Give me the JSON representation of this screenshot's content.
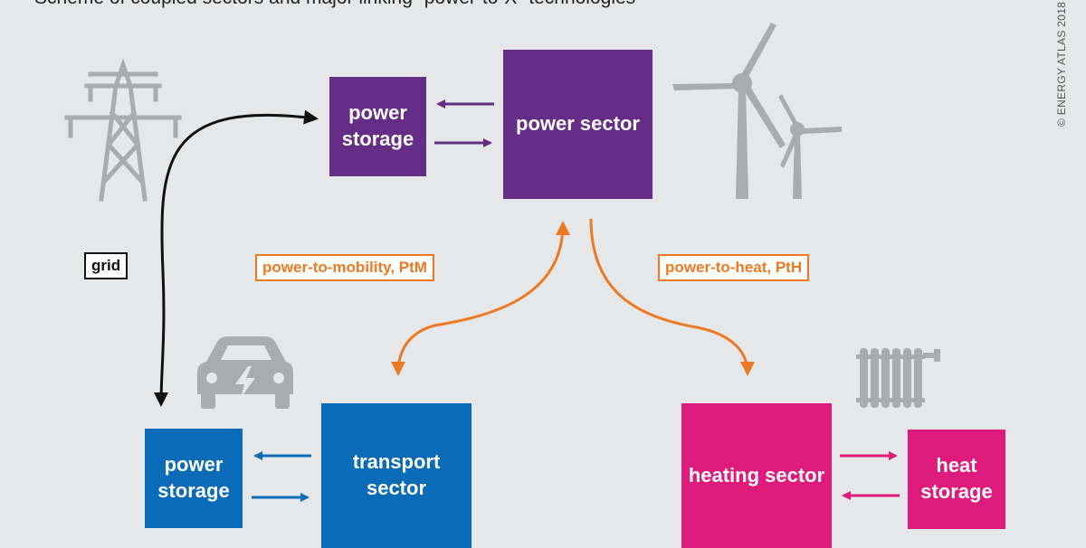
{
  "header": {
    "subtitle": "Scheme of coupled sectors and major linking “power-to-X” technologies",
    "copyright": "© ENERGY ATLAS 2018"
  },
  "boxes": {
    "power_storage_top": "power storage",
    "power_sector": "power sector",
    "power_storage_bottom": "power storage",
    "transport_sector": "transport sector",
    "heating_sector": "heating sector",
    "heat_storage": "heat storage"
  },
  "labels": {
    "grid": "grid",
    "ptm": "power-to-mobility, PtM",
    "pth": "power-to-heat, PtH"
  },
  "icons": [
    "pylon-icon",
    "wind-turbine-icon",
    "electric-car-icon",
    "radiator-icon"
  ],
  "colors": {
    "background": "#e6e7e8",
    "power": "#652d86",
    "transport": "#0a6bb9",
    "heating": "#de1b7c",
    "link": "#ec7a24",
    "grid": "#111111",
    "icon": "#a9abae"
  }
}
